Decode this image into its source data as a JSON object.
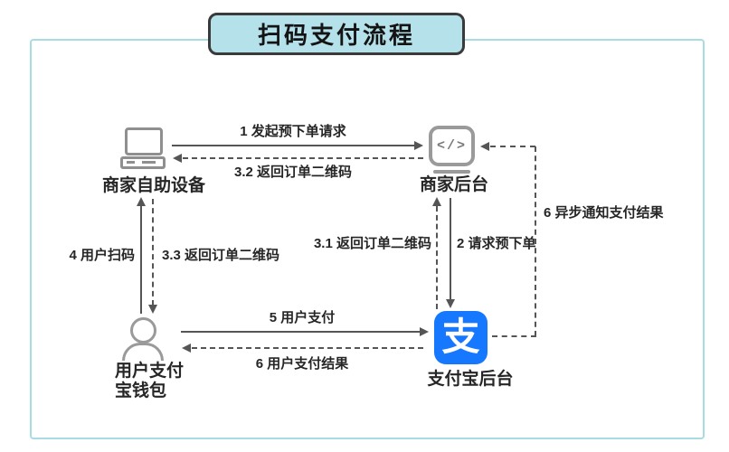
{
  "title": "扫码支付流程",
  "colors": {
    "outer_border": "#a9dbe3",
    "title_bg": "#b5e2ea",
    "title_border": "#3a3a3a",
    "line_gray": "#555555",
    "icon_gray": "#9a9a9a",
    "alipay_blue": "#1677ff"
  },
  "nodes": {
    "device": {
      "label": "商家自助设备",
      "icon": "desktop-computer-icon"
    },
    "merchant_backend": {
      "label": "商家后台",
      "icon": "code-window-icon",
      "icon_glyph": "</>"
    },
    "user_wallet": {
      "label_line1": "用户支付",
      "label_line2": "宝钱包",
      "icon": "person-icon"
    },
    "alipay_backend": {
      "label": "支付宝后台",
      "icon": "alipay-logo-icon",
      "icon_glyph": "支"
    }
  },
  "edges": [
    {
      "label": "1 发起预下单请求",
      "style": "solid",
      "from": "商家自助设备",
      "to": "商家后台"
    },
    {
      "label": "3.2 返回订单二维码",
      "style": "dashed",
      "from": "商家后台",
      "to": "商家自助设备"
    },
    {
      "label": "2 请求预下单",
      "style": "solid",
      "from": "商家后台",
      "to": "支付宝后台"
    },
    {
      "label": "3.1 返回订单二维码",
      "style": "dashed",
      "from": "支付宝后台",
      "to": "商家后台"
    },
    {
      "label": "4 用户扫码",
      "style": "solid",
      "from": "用户支付宝钱包",
      "to": "商家自助设备"
    },
    {
      "label": "3.3 返回订单二维码",
      "style": "dashed",
      "from": "商家自助设备",
      "to": "用户支付宝钱包"
    },
    {
      "label": "5 用户支付",
      "style": "solid",
      "from": "用户支付宝钱包",
      "to": "支付宝后台"
    },
    {
      "label": "6 用户支付结果",
      "style": "dashed",
      "from": "支付宝后台",
      "to": "用户支付宝钱包"
    },
    {
      "label": "6 异步通知支付结果",
      "style": "dashed",
      "from": "支付宝后台",
      "to": "商家后台"
    }
  ]
}
